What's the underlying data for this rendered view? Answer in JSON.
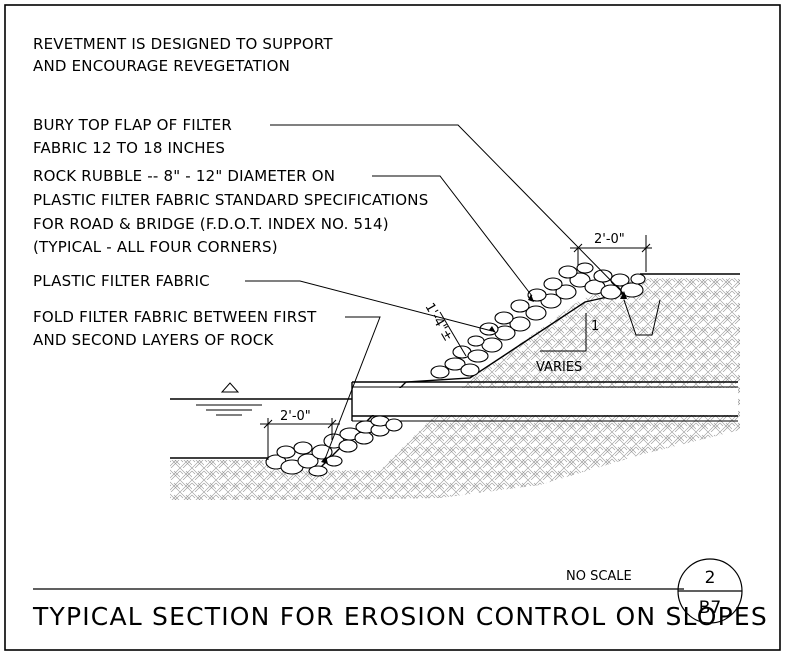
{
  "notes": {
    "revetment_line1": "REVETMENT IS DESIGNED TO SUPPORT",
    "revetment_line2": "AND ENCOURAGE REVEGETATION",
    "bury_line1": "BURY TOP FLAP OF FILTER",
    "bury_line2": "FABRIC 12 TO 18 INCHES",
    "rubble_line1": "ROCK RUBBLE -- 8\" - 12\" DIAMETER ON",
    "rubble_line2": "PLASTIC FILTER FABRIC STANDARD SPECIFICATIONS",
    "rubble_line3": "FOR ROAD & BRIDGE (F.D.O.T. INDEX NO. 514)",
    "rubble_line4": "(TYPICAL - ALL FOUR CORNERS)",
    "fabric": "PLASTIC FILTER FABRIC",
    "fold_line1": "FOLD FILTER FABRIC BETWEEN FIRST",
    "fold_line2": "AND SECOND LAYERS OF ROCK"
  },
  "dimensions": {
    "top_width": "2'-0\"",
    "bottom_width": "2'-0\"",
    "thickness": "1'-4\"±",
    "slope_rise": "1",
    "slope_run": "VARIES"
  },
  "footer": {
    "scale": "NO SCALE",
    "title": "TYPICAL SECTION FOR EROSION CONTROL ON SLOPES",
    "detail_number": "2",
    "sheet_ref": "B7"
  }
}
